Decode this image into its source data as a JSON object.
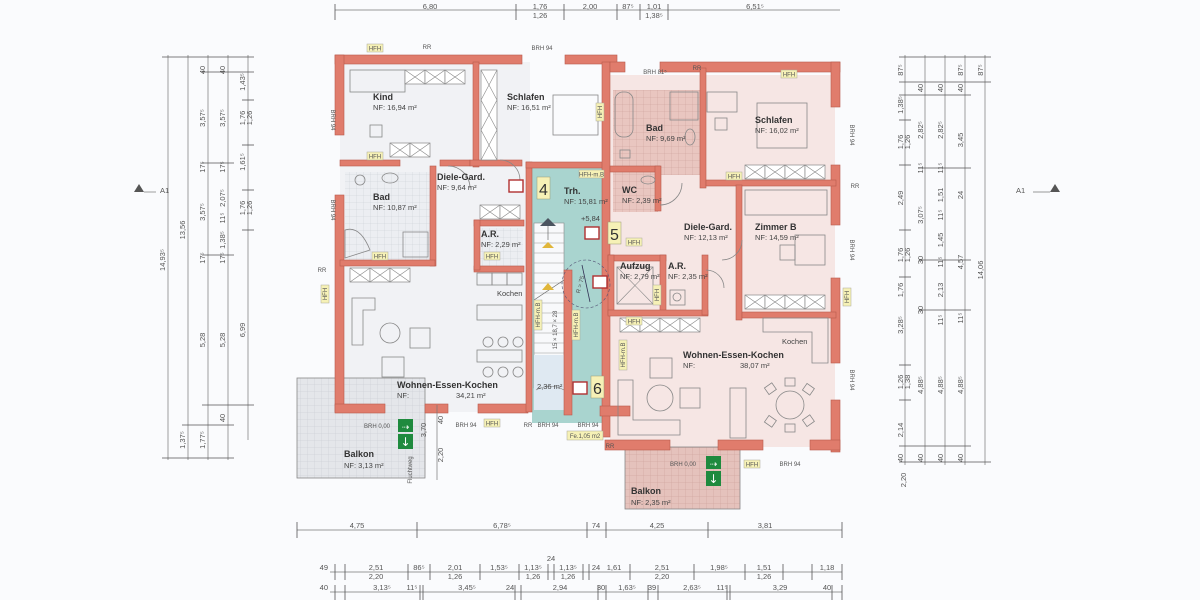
{
  "plan": {
    "section_marker_left": "A1",
    "section_marker_right": "A1",
    "colors": {
      "wall": "#e07c6c",
      "floor_left_unit": "#f1f2f5",
      "floor_right_unit": "#f6e6e4",
      "stairwell": "#a9d4cf",
      "bathroom_tile_right": "#e8c4be",
      "hfh_tag": "#f6f1b6",
      "exit_sign": "#1f8a3e"
    }
  },
  "rooms_left_unit": [
    {
      "name": "Kind",
      "area": "NF: 16,94 m²"
    },
    {
      "name": "Schlafen",
      "area": "NF: 16,51 m²"
    },
    {
      "name": "Diele-Gard.",
      "area": "NF:   9,64 m²"
    },
    {
      "name": "Bad",
      "area": "NF: 10,87 m²"
    },
    {
      "name": "A.R.",
      "area": "NF: 2,29 m²"
    },
    {
      "name": "Kochen",
      "area": ""
    },
    {
      "name": "Wohnen-Essen-Kochen",
      "area_label": "NF:",
      "area": "34,21 m²"
    },
    {
      "name": "Balkon",
      "area": "NF: 3,13 m²"
    }
  ],
  "rooms_right_unit": [
    {
      "name": "Bad",
      "area": "NF: 9,69 m²"
    },
    {
      "name": "Schlafen",
      "area": "NF: 16,02 m²"
    },
    {
      "name": "WC",
      "area": "NF: 2,39 m²"
    },
    {
      "name": "Diele-Gard.",
      "area": "NF: 12,13 m²"
    },
    {
      "name": "Zimmer B",
      "area": "NF: 14,59 m²"
    },
    {
      "name": "Aufzug",
      "area": "NF: 2,79 m²"
    },
    {
      "name": "A.R.",
      "area": "NF: 2,35 m²"
    },
    {
      "name": "Kochen",
      "area": ""
    },
    {
      "name": "Wohnen-Essen-Kochen",
      "area_label": "NF:",
      "area": "38,07 m²"
    },
    {
      "name": "Balkon",
      "area": "NF: 2,35 m²"
    }
  ],
  "stairwell": {
    "name": "Trh.",
    "area": "NF: 15,81 m²",
    "level": "+5,84",
    "landing_area": "2,36 m²",
    "stair_formula": "15 × 18,7 × 28",
    "radius": "R = 75",
    "numbers": [
      "4",
      "5",
      "6"
    ],
    "window": "Fe.1,05 m2"
  },
  "tags": {
    "hfh": "HFH",
    "hfh_mb": "HFH-m.B",
    "rr": "RR",
    "brh94": "BRH 94",
    "brh81": "BRH 81⁵",
    "brh000": "BRH 0,00",
    "fluchtweg": "Fluchtweg"
  },
  "dimensions": {
    "top_row1": [
      "6,80",
      "1,76",
      "2,00",
      "87⁵",
      "1,01",
      "6,51⁵"
    ],
    "top_row2": [
      "1,26",
      "1,38⁵"
    ],
    "bottom_row1": [
      "4,75",
      "6,78⁵",
      "74",
      "4,25",
      "3,81"
    ],
    "bottom_row2": [
      "49",
      "2,51",
      "86⁵",
      "2,01",
      "1,53⁵",
      "1,13⁵",
      "24",
      "1,13⁵",
      "24",
      "1,61",
      "2,51",
      "1,98⁵",
      "1,51",
      "1,18"
    ],
    "bottom_row2_sub": [
      "2,20",
      "1,26",
      "1,26",
      "1,26",
      "2,20",
      "1,26"
    ],
    "bottom_row3": [
      "40",
      "3,13⁵",
      "11⁵",
      "3,45⁵",
      "24",
      "2,94",
      "30",
      "1,63⁵",
      "39",
      "2,63⁵",
      "11⁵",
      "3,29",
      "40"
    ],
    "left_total": "14,93⁵",
    "left_col2": "13,56",
    "left_col3": [
      "40",
      "3,57⁵",
      "17⁵",
      "3,57⁵",
      "17⁵",
      "5,28",
      "1,77⁵"
    ],
    "left_col4": [
      "40",
      "3,57⁵",
      "17⁵",
      "2,07⁵",
      "11⁵",
      "1,38⁵",
      "17⁵",
      "5,28",
      "40"
    ],
    "left_col5": [
      "1,43⁵",
      "1,76",
      "1,26",
      "1,61⁵",
      "1,76",
      "1,26",
      "6,99"
    ],
    "left_col1_small": "1,37⁵",
    "balcony_left": [
      "3,70",
      "40",
      "2,20"
    ],
    "right_col1": [
      "87⁵",
      "1,38⁵",
      "1,76",
      "1,26",
      "2,49",
      "1,76",
      "1,26",
      "1,76",
      "3,28⁵",
      "1,26",
      "1,38",
      "2,14",
      "40"
    ],
    "right_col2": [
      "40",
      "2,82⁵",
      "11⁵",
      "3,07⁵",
      "30",
      "30",
      "4,88⁵",
      "40"
    ],
    "right_col3": [
      "40",
      "2,82⁵",
      "11⁵",
      "1,51",
      "11⁵",
      "1,45",
      "11⁵",
      "2,13",
      "11⁵",
      "4,88⁵",
      "40"
    ],
    "right_col4": [
      "87⁵",
      "40",
      "3,45",
      "24",
      "4,57",
      "11⁵",
      "4,88⁵",
      "40"
    ],
    "right_total": "14,06",
    "right_top": "87⁵",
    "balcony_right": "2,20"
  }
}
